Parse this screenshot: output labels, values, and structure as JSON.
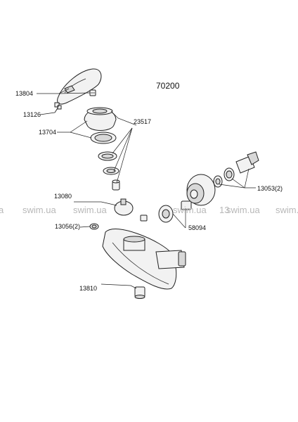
{
  "title": "70200",
  "labels": {
    "l13804": "13804",
    "l13126": "13126",
    "l13704": "13704",
    "l23517": "23517",
    "l13080": "13080",
    "l13056": "13056(2)",
    "l13810": "13810",
    "l58094": "58094",
    "l13053": "13053(2)"
  },
  "watermark": {
    "text": "swim.ua",
    "partial_left": "a",
    "partial_mid": "13"
  }
}
